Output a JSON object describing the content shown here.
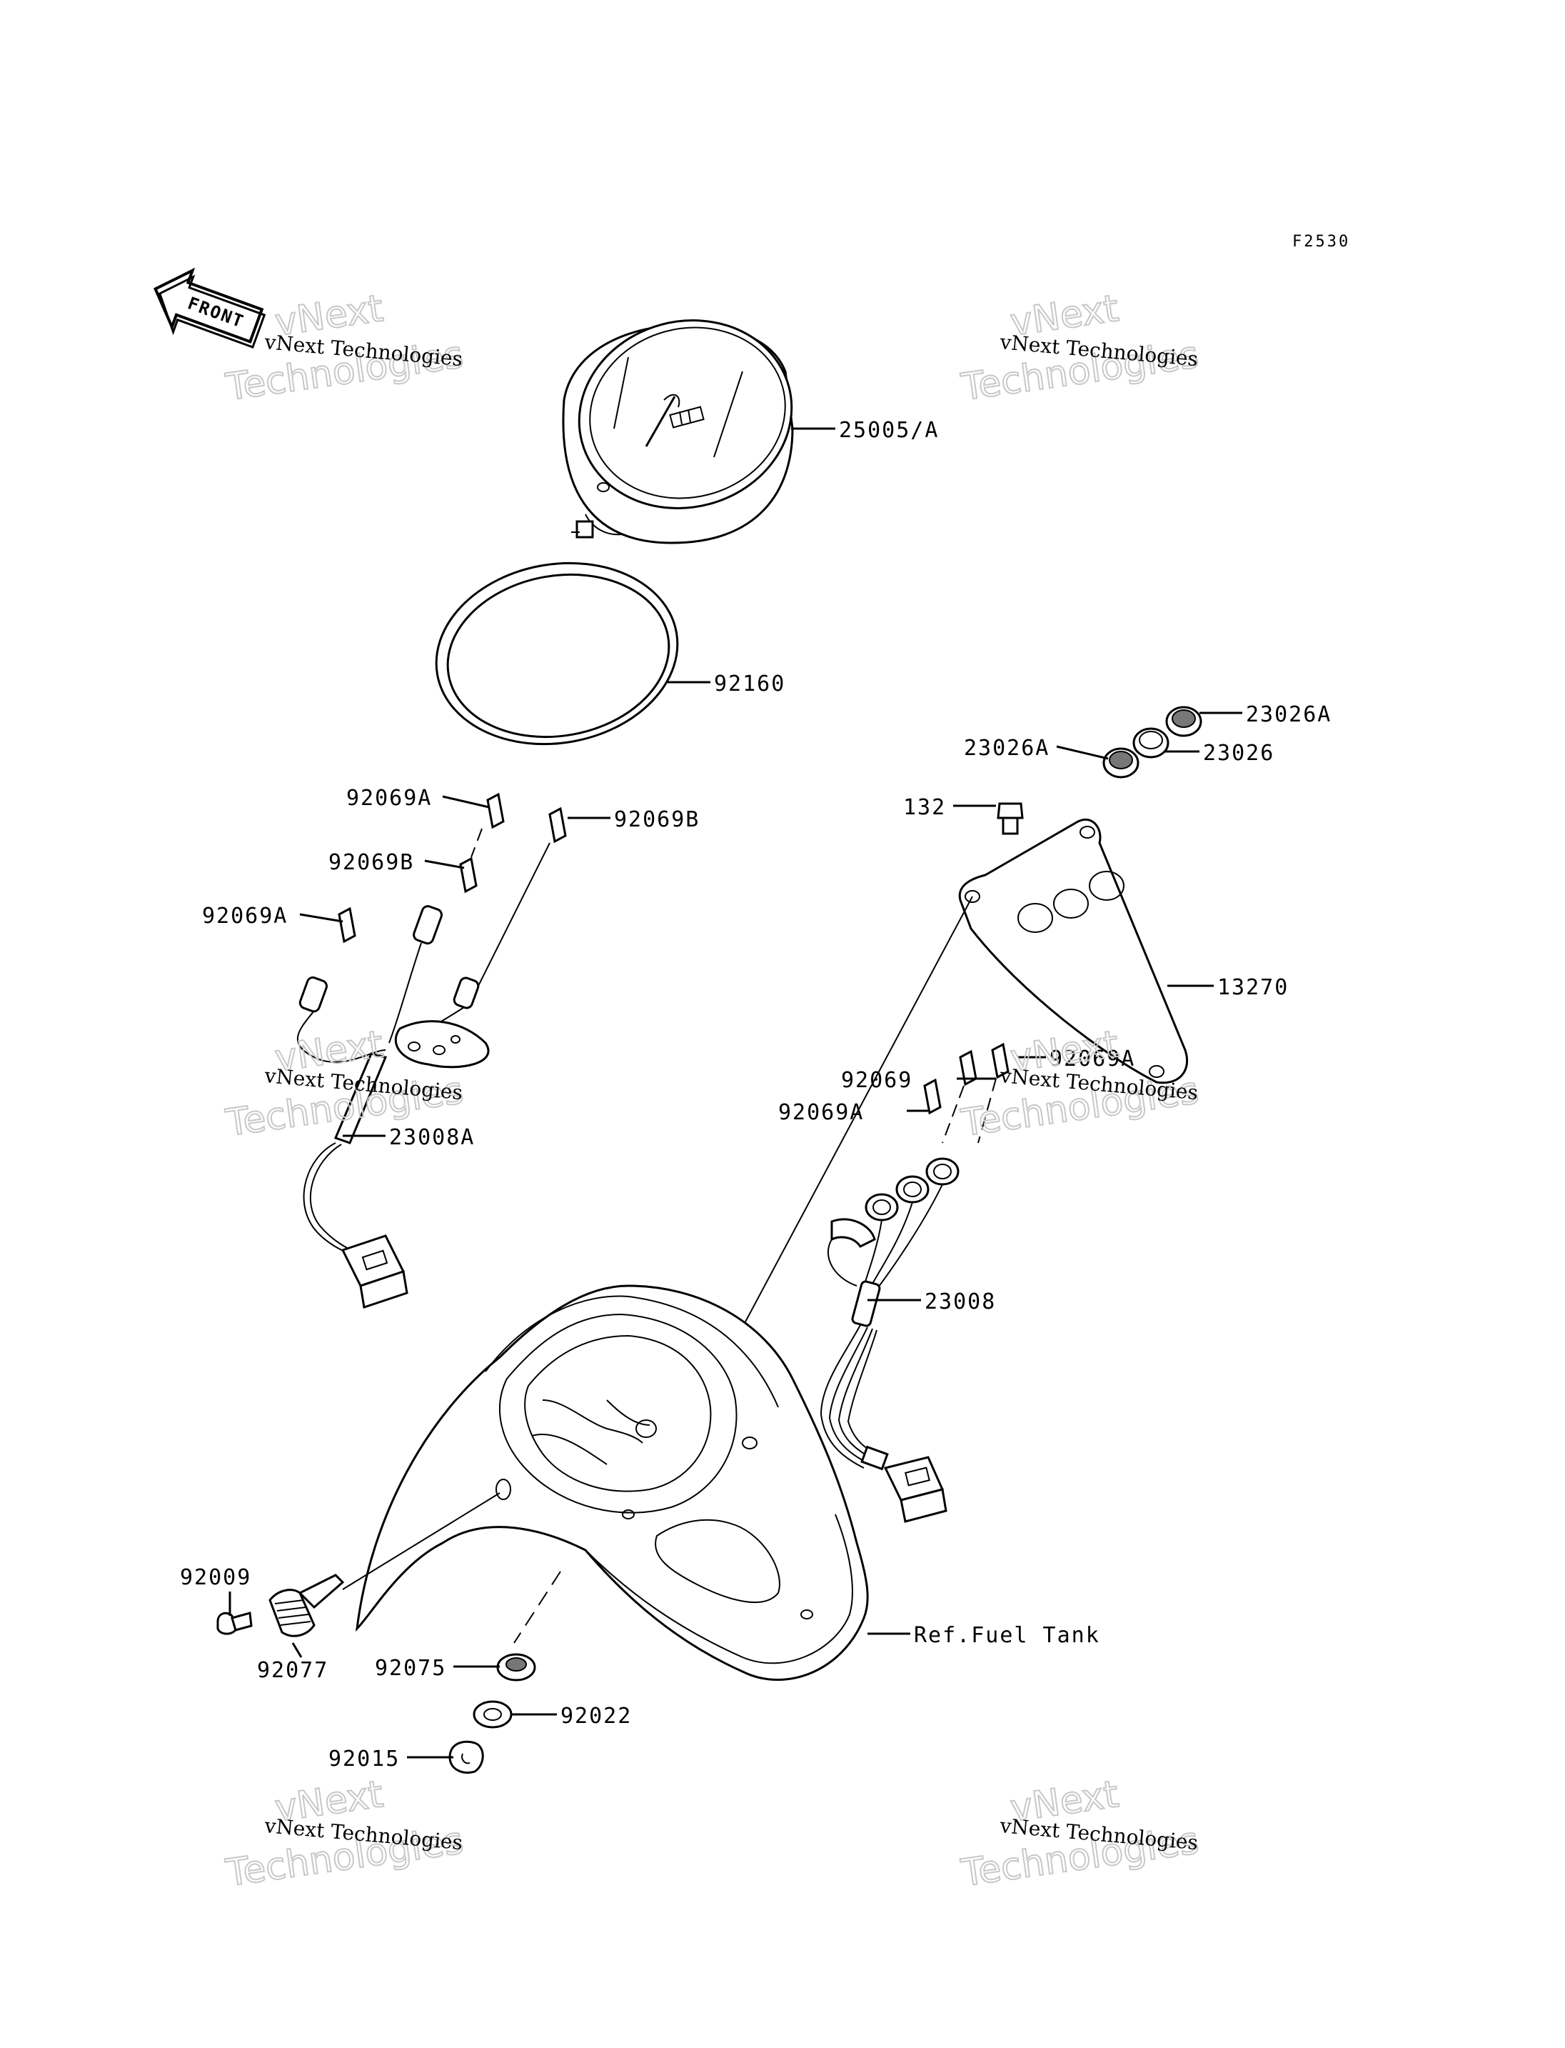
{
  "figure_code": "F2530",
  "front_label": "FRONT",
  "watermark": {
    "line_small": "vNext Technologies",
    "big_top": "vNext",
    "big_bottom": "Technologies"
  },
  "parts": [
    {
      "id": "p25005",
      "label": "25005/A"
    },
    {
      "id": "p92160",
      "label": "92160"
    },
    {
      "id": "p23026A_top",
      "label": "23026A"
    },
    {
      "id": "p23026A_left",
      "label": "23026A"
    },
    {
      "id": "p23026",
      "label": "23026"
    },
    {
      "id": "p132",
      "label": "132"
    },
    {
      "id": "p92069A_1",
      "label": "92069A"
    },
    {
      "id": "p92069B_1",
      "label": "92069B"
    },
    {
      "id": "p92069B_2",
      "label": "92069B"
    },
    {
      "id": "p92069A_2",
      "label": "92069A"
    },
    {
      "id": "p13270",
      "label": "13270"
    },
    {
      "id": "p23008A",
      "label": "23008A"
    },
    {
      "id": "p92069",
      "label": "92069"
    },
    {
      "id": "p92069A_3",
      "label": "92069A"
    },
    {
      "id": "p92069A_4",
      "label": "92069A"
    },
    {
      "id": "p23008",
      "label": "23008"
    },
    {
      "id": "pFuelTank",
      "label": "Ref.Fuel Tank"
    },
    {
      "id": "p92009",
      "label": "92009"
    },
    {
      "id": "p92077",
      "label": "92077"
    },
    {
      "id": "p92075",
      "label": "92075"
    },
    {
      "id": "p92022",
      "label": "92022"
    },
    {
      "id": "p92015",
      "label": "92015"
    }
  ]
}
